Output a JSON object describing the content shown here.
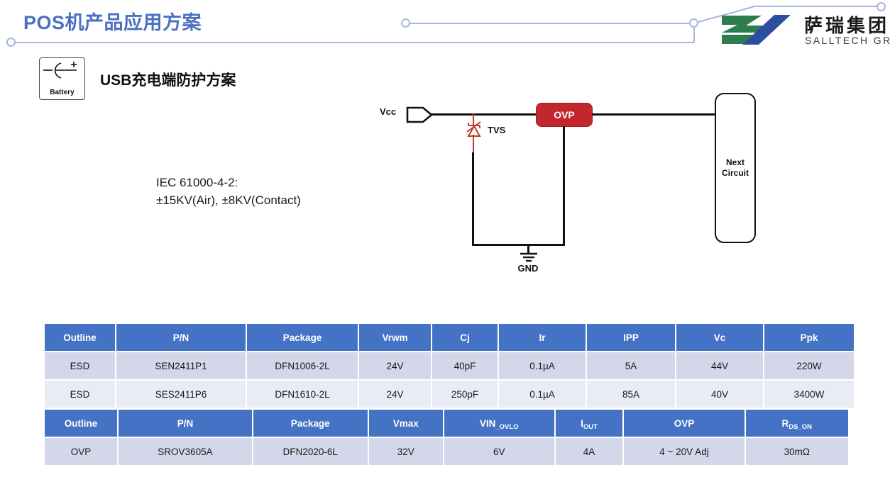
{
  "header": {
    "title": "POS机产品应用方案",
    "accent_color": "#4a6fc3",
    "line_color": "#a8b6da"
  },
  "logo": {
    "cn_name": "萨瑞集团",
    "en_name": "SALLTECH GROUP",
    "green": "#2e7d4f",
    "blue": "#2b4f9e",
    "mark_icon": "salltech-sz-mark-icon"
  },
  "battery_icon": {
    "label": "Battery",
    "minus": "–",
    "plus": "+",
    "icon": "battery-cell-icon"
  },
  "section": {
    "title_latin": "USB",
    "title_cjk": "充电端防护方案"
  },
  "spec_note": {
    "line1": "IEC 61000-4-2:",
    "line2": "±15KV(Air), ±8KV(Contact)"
  },
  "circuit": {
    "vcc_label": "Vcc",
    "tvs_label": "TVS",
    "gnd_label": "GND",
    "ovp_label": "OVP",
    "ovp_color": "#c1272d",
    "next_circuit_line1": "Next",
    "next_circuit_line2": "Circuit",
    "tvs_color": "#c0392b",
    "wire_color": "#111111",
    "connector_icon": "vcc-connector-icon",
    "tvs_icon": "tvs-bidirectional-zener-icon",
    "gnd_icon": "ground-symbol-icon"
  },
  "table_esd": {
    "headers": [
      "Outline",
      "P/N",
      "Package",
      "Vrwm",
      "Cj",
      "Ir",
      "IPP",
      "Vc",
      "Ppk"
    ],
    "rows": [
      [
        "ESD",
        "SEN2411P1",
        "DFN1006-2L",
        "24V",
        "40pF",
        "0.1µA",
        "5A",
        "44V",
        "220W"
      ],
      [
        "ESD",
        "SES2411P6",
        "DFN1610-2L",
        "24V",
        "250pF",
        "0.1µA",
        "85A",
        "40V",
        "3400W"
      ]
    ]
  },
  "table_ovp": {
    "headers": [
      {
        "main": "Outline",
        "sub": ""
      },
      {
        "main": "P/N",
        "sub": ""
      },
      {
        "main": "Package",
        "sub": ""
      },
      {
        "main": "Vmax",
        "sub": ""
      },
      {
        "main": "VIN",
        "sub": "_OVLO"
      },
      {
        "main": "I",
        "sub": "OUT"
      },
      {
        "main": "OVP",
        "sub": ""
      },
      {
        "main": "R",
        "sub": "DS_ON"
      }
    ],
    "rows": [
      [
        "OVP",
        "SROV3605A",
        "DFN2020-6L",
        "32V",
        "6V",
        "4A",
        "4 ~ 20V Adj",
        "30mΩ"
      ]
    ]
  },
  "theme": {
    "table_header_blue": "#4472c4",
    "row_odd": "#d3d7e9",
    "row_even": "#e9ebf5"
  }
}
